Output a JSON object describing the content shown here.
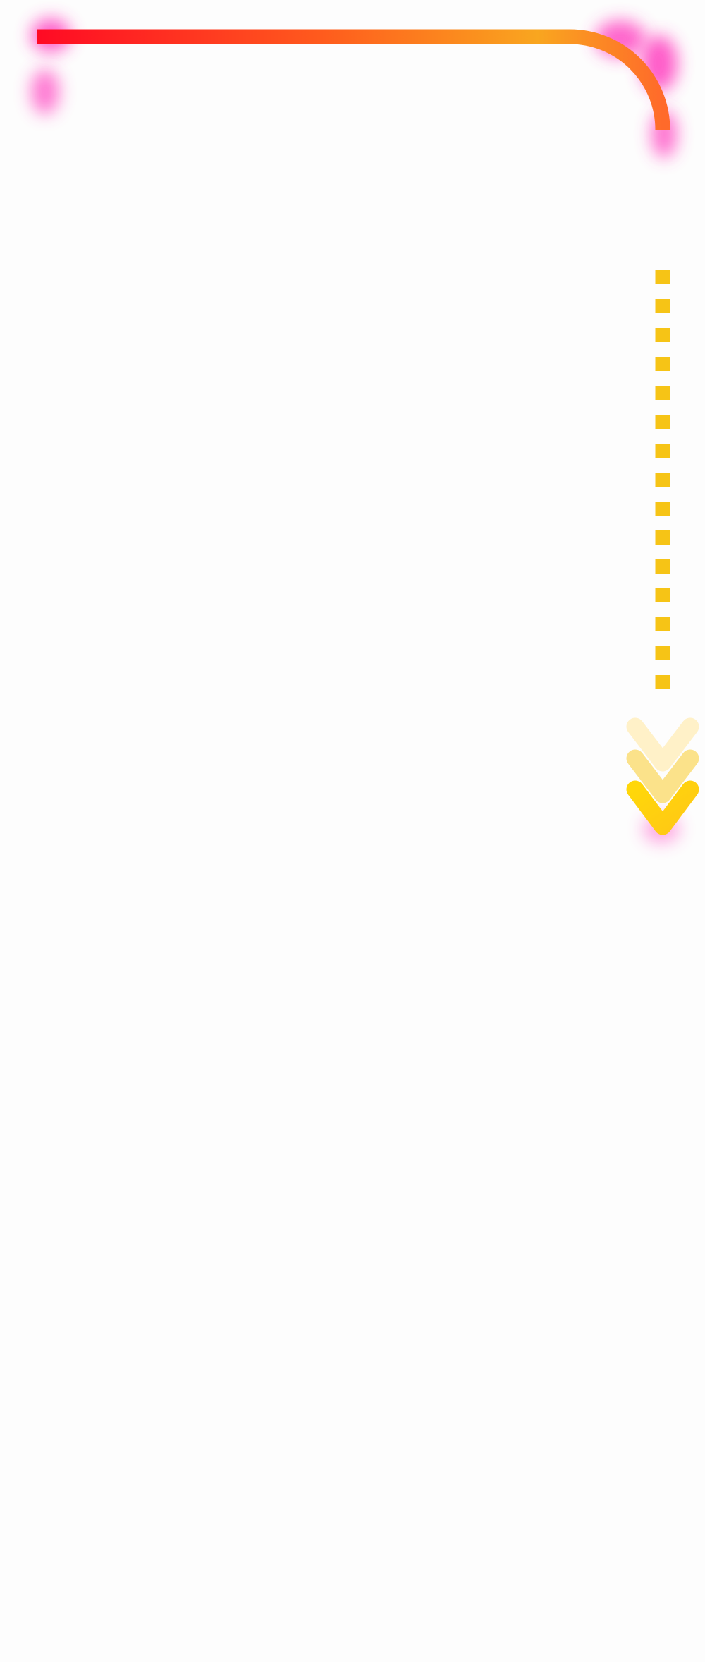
{
  "colors": {
    "background": "#fdfdfd",
    "line_red": "#ff1a1a",
    "line_orange_red": "#ff3d1f",
    "line_orange": "#ff7a1f",
    "line_amber": "#f9a91f",
    "line_yellow": "#f6c416",
    "glow_pink": "#ff3fc0",
    "chevron_light": "#fff1c8",
    "chevron_mid": "#fbe28a",
    "chevron_yellow": "#ffd000"
  },
  "icons": {
    "arrow_head": "chevron-down-icon"
  },
  "chevrons": [
    {
      "name": "chevron-down-icon-1",
      "opacity": 1
    },
    {
      "name": "chevron-down-icon-2",
      "opacity": 1
    },
    {
      "name": "chevron-down-icon-3",
      "opacity": 1
    }
  ]
}
